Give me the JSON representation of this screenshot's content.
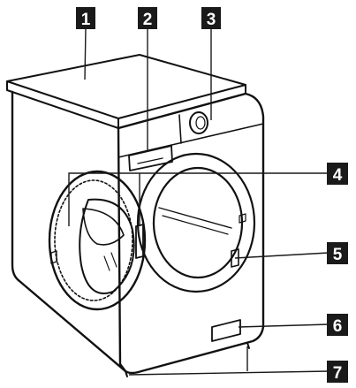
{
  "callouts": [
    {
      "id": "1",
      "label": "1"
    },
    {
      "id": "2",
      "label": "2"
    },
    {
      "id": "3",
      "label": "3"
    },
    {
      "id": "4",
      "label": "4"
    },
    {
      "id": "5",
      "label": "5"
    },
    {
      "id": "6",
      "label": "6"
    },
    {
      "id": "7",
      "label": "7"
    }
  ],
  "colors": {
    "ink": "#111111",
    "callout_bg": "#1a1a1a",
    "callout_text": "#ffffff",
    "background": "#ffffff"
  }
}
